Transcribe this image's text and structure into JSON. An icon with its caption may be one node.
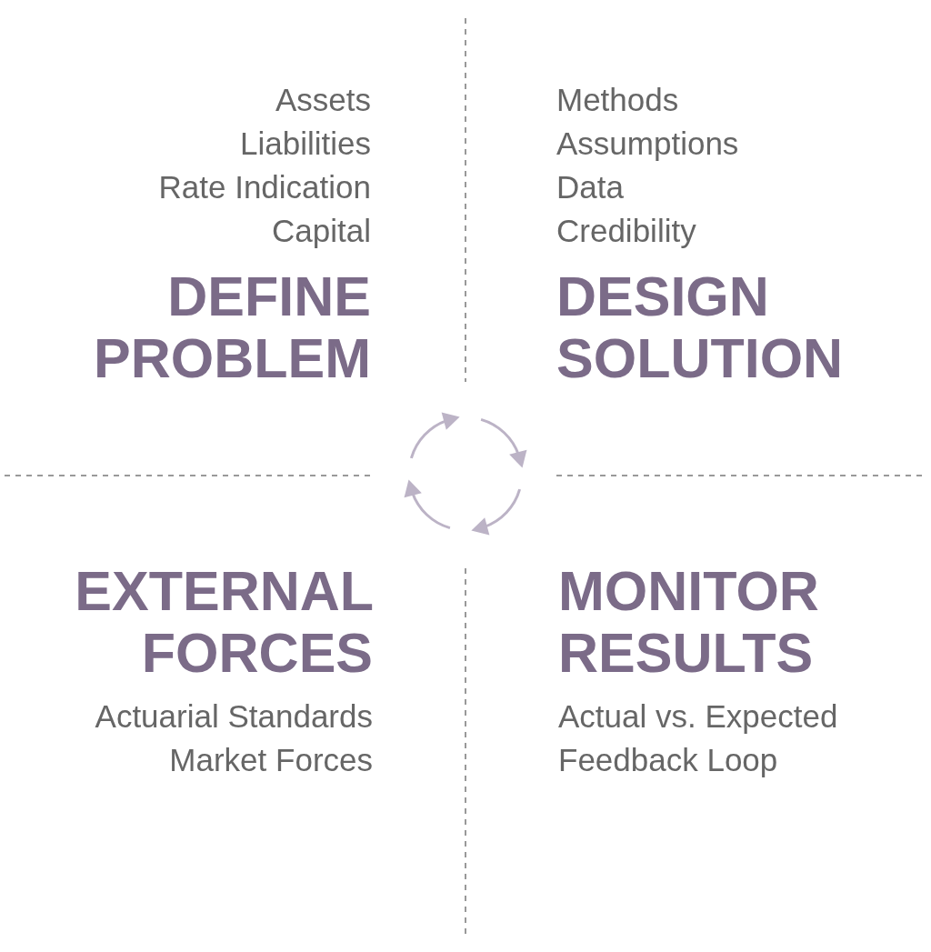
{
  "diagram": {
    "labels": [
      "Assets",
      "Liabilities",
      "Rate Indication",
      "Capital",
      "DEFINE PROBLEM",
      "Methods",
      "Assumptions",
      "Data",
      "Credibility",
      "DESIGN SOLUTION",
      "EXTERNAL FORCES",
      "Actuarial Standards",
      "Market Forces",
      "MONITOR RESULTS",
      "Actual vs. Expected",
      "Feedback Loop"
    ]
  }
}
